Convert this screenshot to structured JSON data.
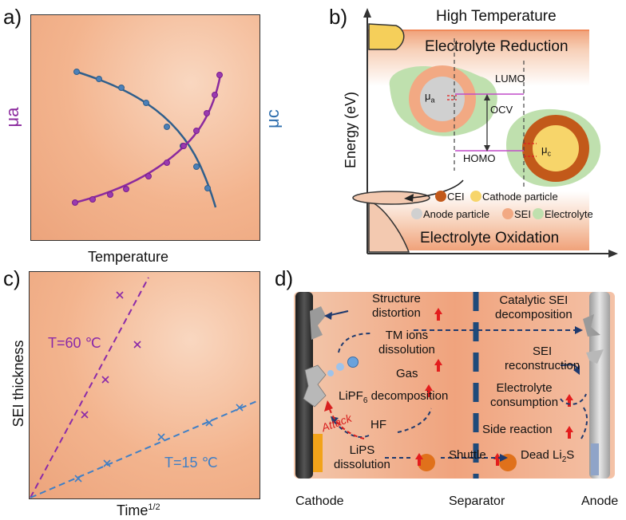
{
  "panel_a": {
    "letter": "a)",
    "y_left_label": "μa",
    "y_right_label": "μc",
    "x_label": "Temperature",
    "colors": {
      "mu_a": "#8b2a9e",
      "mu_c": "#2f5f8c"
    }
  },
  "panel_b": {
    "letter": "b)",
    "top_label": "High Temperature",
    "reduction_label": "Electrolyte Reduction",
    "oxidation_label": "Electrolyte Oxidation",
    "y_label": "Energy (eV)",
    "lumo": "LUMO",
    "homo": "HOMO",
    "ocv": "OCV",
    "mu_a_sym": "μ",
    "mu_a_sub": "a",
    "mu_c_sym": "μ",
    "mu_c_sub": "c",
    "legend": {
      "cei": "CEI",
      "cathode": "Cathode particle",
      "anode": "Anode particle",
      "sei": "SEI",
      "electrolyte": "Electrolyte"
    },
    "colors": {
      "cei": "#c2591a",
      "cathode": "#f7d56a",
      "anode": "#d0d0d0",
      "sei": "#f2a983",
      "electrolyte": "#bfe0ae"
    }
  },
  "panel_c": {
    "letter": "c)",
    "y_label": "SEI thickness",
    "x_label_base": "Time",
    "x_label_sup": "1/2",
    "series": [
      {
        "name": "T=60 ℃",
        "color": "#8b2aa8"
      },
      {
        "name": "T=15 ℃",
        "color": "#3f7fc6"
      }
    ]
  },
  "panel_d": {
    "letter": "d)",
    "bottom_labels": {
      "cathode": "Cathode",
      "separator": "Separator",
      "anode": "Anode"
    },
    "labels": {
      "structure": "Structure\ndistortion",
      "tm_ions": "TM ions\ndissolution",
      "gas": "Gas",
      "lipf6": "LiPF",
      "lipf6_sub": "6",
      "lipf6_rest": " decomposition",
      "hf": "HF",
      "attack": "Attack",
      "lips": "LiPS\ndissolution",
      "shuttle": "Shuttle",
      "dead_li": "Dead Li",
      "dead_li_sub": "2",
      "dead_li_rest": "S",
      "catalytic": "Catalytic SEI\ndecomposition",
      "sei_recon": "SEI\nreconstruction",
      "electrolyte_cons": "Electrolyte\nconsumption",
      "side_reaction": "Side reaction"
    }
  }
}
